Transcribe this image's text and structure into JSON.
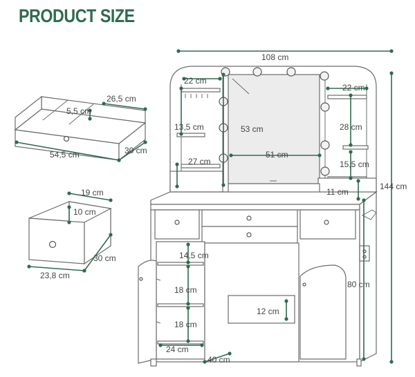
{
  "title": "PRODUCT SIZE",
  "colors": {
    "title": "#2e6b4f",
    "dimension": "#2e6b4f",
    "outline": "#6b6b6b",
    "label": "#444444"
  },
  "labels": {
    "d_26_5": "26,5 cm",
    "d_5_5": "5,5 cm",
    "d_54_5": "54,5 cm",
    "d_30a": "30 cm",
    "d_19": "19 cm",
    "d_10": "10 cm",
    "d_30b": "30 cm",
    "d_23_8": "23,8 cm",
    "d_108": "108 cm",
    "d_22a": "22 cm",
    "d_22b": "22 cm",
    "d_53": "53 cm",
    "d_13_5": "13,5 cm",
    "d_28": "28 cm",
    "d_51": "51 cm",
    "d_27": "27 cm",
    "d_15_5": "15,5 cm",
    "d_11": "11 cm",
    "d_144": "144 cm",
    "d_14_5": "14,5 cm",
    "d_18a": "18 cm",
    "d_18b": "18 cm",
    "d_12": "12 cm",
    "d_80": "80 cm",
    "d_24": "24 cm",
    "d_40": "40 cm"
  }
}
